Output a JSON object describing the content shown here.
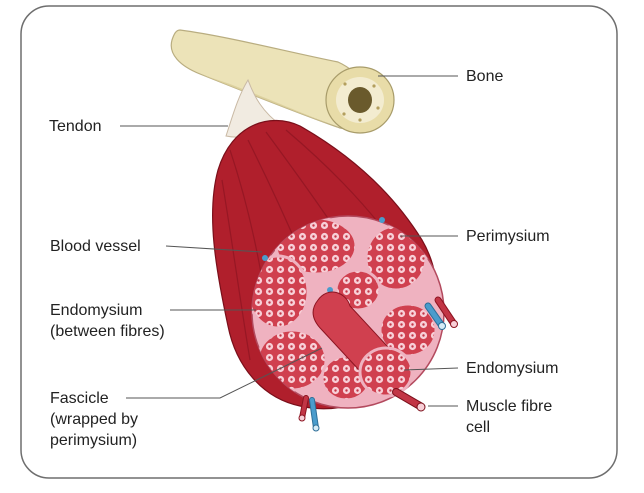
{
  "labels": {
    "bone": [
      "Bone"
    ],
    "tendon": [
      "Tendon"
    ],
    "perimysium": [
      "Perimysium"
    ],
    "blood_vessel": [
      "Blood vessel"
    ],
    "endomysium_between": [
      "Endomysium",
      "(between fibres)"
    ],
    "endomysium": [
      "Endomysium"
    ],
    "fascicle": [
      "Fascicle",
      "(wrapped by",
      "perimysium)"
    ],
    "muscle_fibre_cell": [
      "Muscle fibre",
      "cell"
    ]
  },
  "colors": {
    "frame_border": "#6e6e6e",
    "bone": "#ece3b8",
    "bone_shade": "#d9cd98",
    "tendon": "#f1ebe1",
    "muscle": "#b01f2c",
    "muscle_dark": "#8c1421",
    "perimysium": "#efb2c0",
    "fascicle": "#d0404f",
    "fibre_cell": "#f8cfd7",
    "blood_vessel": "#4a9ccc",
    "leader": "#555555",
    "text": "#222222"
  },
  "icons": [
    "bone-icon",
    "tendon-icon",
    "muscle-icon",
    "fascicle-icon",
    "blood-vessel-icon"
  ]
}
